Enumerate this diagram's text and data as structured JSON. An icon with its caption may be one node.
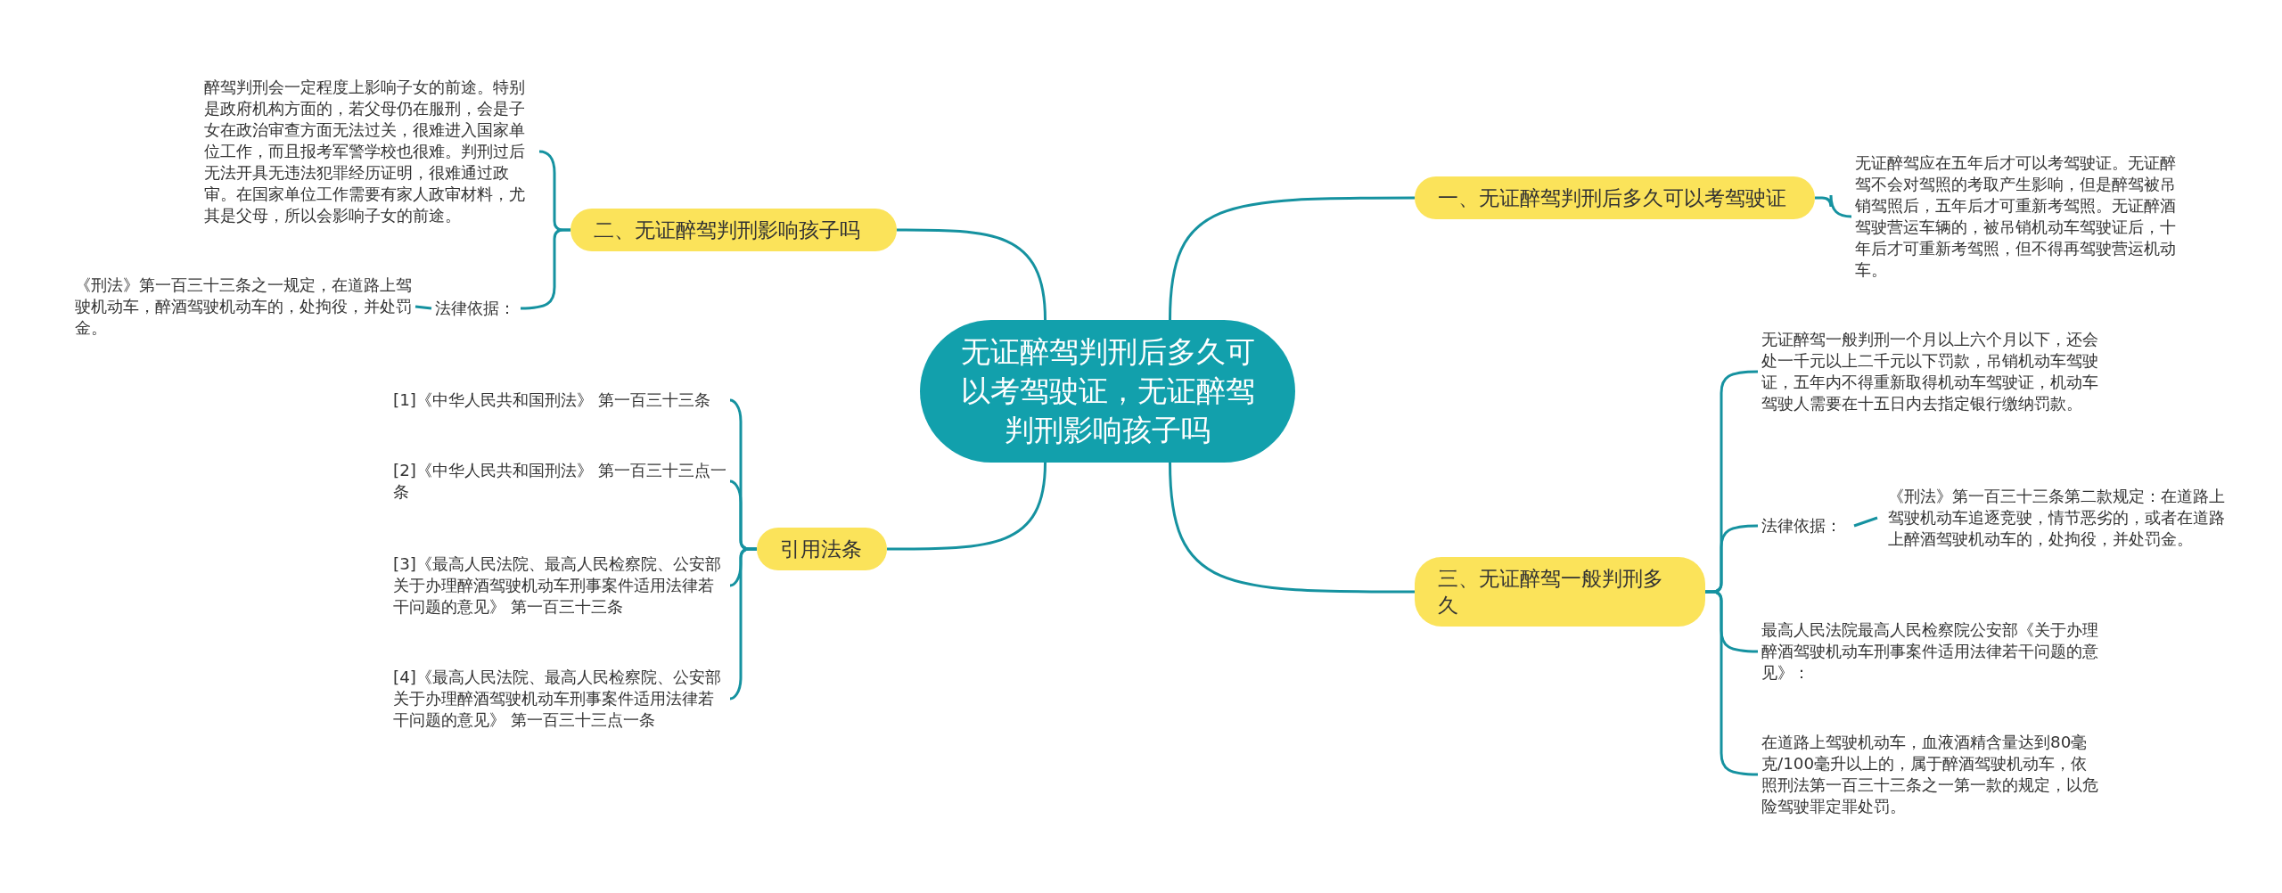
{
  "diagram": {
    "nodes": [
      {
        "text": [
          "无证醉驾判刑后多久可以考驾驶证，无证醉驾判刑影响孩子吗"
        ]
      },
      {
        "text": [
          "二、无证醉驾判刑影响孩子吗"
        ]
      },
      {
        "text": [
          "醉驾判刑会一定程度上影响子女的前途。特别是政府机构方面的，若父母仍在服刑，会是子女在政治审查方面无法过关，很难进入国家单位工作，而且报考军警学校也很难。判刑过后无法开具无违法犯罪经历证明，很难通过政审。在国家单位工作需要有家人政审材料，尤其是父母，所以会影响子女的前途。"
        ]
      },
      {
        "text": [
          "法律依据："
        ]
      },
      {
        "text": [
          "《刑法》第一百三十三条之一规定，在道路上驾驶机动车，醉酒驾驶机动车的，处拘役，并处罚金。"
        ]
      },
      {
        "text": [
          "引用法条"
        ]
      },
      {
        "text": [
          "[1]《中华人民共和国刑法》 第一百三十三条"
        ]
      },
      {
        "text": [
          "[2]《中华人民共和国刑法》 第一百三十三点一条"
        ]
      },
      {
        "text": [
          "[3]《最高人民法院、最高人民检察院、公安部关于办理醉酒驾驶机动车刑事案件适用法律若干问题的意见》 第一百三十三条"
        ]
      },
      {
        "text": [
          "[4]《最高人民法院、最高人民检察院、公安部关于办理醉酒驾驶机动车刑事案件适用法律若干问题的意见》 第一百三十三点一条"
        ]
      },
      {
        "text": [
          "一、无证醉驾判刑后多久可以考驾驶证"
        ]
      },
      {
        "text": [
          "无证醉驾应在五年后才可以考驾驶证。无证醉驾不会对驾照的考取产生影响，但是醉驾被吊销驾照后，五年后才可重新考驾照。无证醉酒驾驶营运车辆的，被吊销机动车驾驶证后，十年后才可重新考驾照，但不得再驾驶营运机动车。"
        ]
      },
      {
        "text": [
          "三、无证醉驾一般判刑多久"
        ]
      },
      {
        "text": [
          "无证醉驾一般判刑一个月以上六个月以下，还会处一千元以上二千元以下罚款，吊销机动车驾驶证，五年内不得重新取得机动车驾驶证，机动车驾驶人需要在十五日内去指定银行缴纳罚款。"
        ]
      },
      {
        "text": [
          "法律依据："
        ]
      },
      {
        "text": [
          "《刑法》第一百三十三条第二款规定：在道路上驾驶机动车追逐竞驶，情节恶劣的，或者在道路上醉酒驾驶机动车的，处拘役，并处罚金。"
        ]
      },
      {
        "text": [
          "最高人民法院最高人民检察院公安部《关于办理醉酒驾驶机动车刑事案件适用法律若干问题的意见》："
        ]
      },
      {
        "text": [
          "在道路上驾驶机动车，血液酒精含量达到80毫克/100毫升以上的，属于醉酒驾驶机动车，依照刑法第一百三十三条之一第一款的规定，以危险驾驶罪定罪处罚。"
        ]
      }
    ],
    "edges": [
      {
        "from": 0,
        "to": 1,
        "arrow": "none"
      },
      {
        "from": 1,
        "to": 2,
        "arrow": "none"
      },
      {
        "from": 1,
        "to": 3,
        "arrow": "none"
      },
      {
        "from": 3,
        "to": 4,
        "arrow": "none"
      },
      {
        "from": 0,
        "to": 5,
        "arrow": "none"
      },
      {
        "from": 5,
        "to": 6,
        "arrow": "none"
      },
      {
        "from": 5,
        "to": 7,
        "arrow": "none"
      },
      {
        "from": 5,
        "to": 8,
        "arrow": "none"
      },
      {
        "from": 5,
        "to": 9,
        "arrow": "none"
      },
      {
        "from": 0,
        "to": 10,
        "arrow": "none"
      },
      {
        "from": 10,
        "to": 11,
        "arrow": "none"
      },
      {
        "from": 0,
        "to": 12,
        "arrow": "none"
      },
      {
        "from": 12,
        "to": 13,
        "arrow": "none"
      },
      {
        "from": 12,
        "to": 14,
        "arrow": "none"
      },
      {
        "from": 14,
        "to": 15,
        "arrow": "none"
      },
      {
        "from": 12,
        "to": 16,
        "arrow": "none"
      },
      {
        "from": 12,
        "to": 17,
        "arrow": "none"
      }
    ]
  }
}
